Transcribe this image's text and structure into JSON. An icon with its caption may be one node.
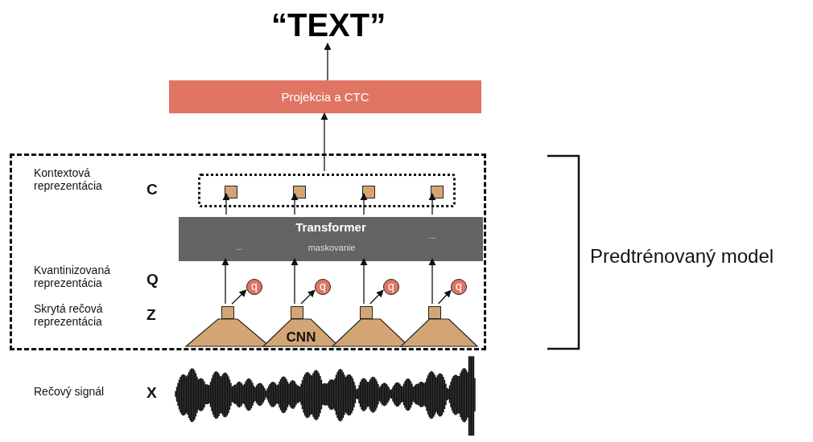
{
  "diagram": {
    "nodes": [
      {
        "text": [
          "“TEXT”"
        ]
      },
      {
        "text": [
          "Projekcia a CTC"
        ]
      },
      {
        "text": [],
        "shape": "box"
      },
      {
        "text": [],
        "shape": "box",
        "in": 2
      },
      {
        "text": [],
        "shape": "box",
        "in": 3
      },
      {
        "text": [],
        "shape": "box",
        "in": 3
      },
      {
        "text": [],
        "shape": "box",
        "in": 3
      },
      {
        "text": [],
        "shape": "box",
        "in": 3
      },
      {
        "text": [
          "Transformer",
          "...",
          "...",
          "maskovanie"
        ],
        "in": 2
      },
      {
        "text": [],
        "shape": "box",
        "in": 2
      },
      {
        "text": [],
        "shape": "box",
        "in": 2
      },
      {
        "text": [],
        "shape": "box",
        "in": 2
      },
      {
        "text": [],
        "shape": "box",
        "in": 2
      },
      {
        "text": [
          "q"
        ],
        "in": 2
      },
      {
        "text": [
          "q"
        ],
        "in": 2
      },
      {
        "text": [
          "q"
        ],
        "in": 2
      },
      {
        "text": [
          "q"
        ],
        "in": 2
      },
      {
        "text": [],
        "shape": "triangle",
        "in": 2
      },
      {
        "text": [
          "CNN"
        ],
        "in": 2
      },
      {
        "text": [],
        "shape": "triangle",
        "in": 2
      },
      {
        "text": [],
        "shape": "triangle",
        "in": 2
      }
    ],
    "edges": [
      {
        "from": 1,
        "to": 0,
        "arrow": "to"
      },
      {
        "from": 3,
        "to": 1,
        "arrow": "to"
      },
      {
        "from": 8,
        "to": 4,
        "arrow": "to"
      },
      {
        "from": 8,
        "to": 5,
        "arrow": "to"
      },
      {
        "from": 8,
        "to": 6,
        "arrow": "to"
      },
      {
        "from": 8,
        "to": 7,
        "arrow": "to"
      },
      {
        "from": 9,
        "to": 8,
        "arrow": "to"
      },
      {
        "from": 10,
        "to": 8,
        "arrow": "to"
      },
      {
        "from": 11,
        "to": 8,
        "arrow": "to"
      },
      {
        "from": 12,
        "to": 8,
        "arrow": "to"
      },
      {
        "from": 9,
        "to": 13,
        "arrow": "to"
      },
      {
        "from": 10,
        "to": 14,
        "arrow": "to"
      },
      {
        "from": 11,
        "to": 15,
        "arrow": "to"
      },
      {
        "from": 12,
        "to": 16,
        "arrow": "to"
      }
    ],
    "labels": [
      "Kontextová reprezentácia",
      "C",
      "Kvantinizovaná reprezentácia",
      "Q",
      "Skrytá rečová reprezentácia",
      "Z",
      "Predtrénovaný model",
      "Rečový signál",
      "X"
    ]
  }
}
